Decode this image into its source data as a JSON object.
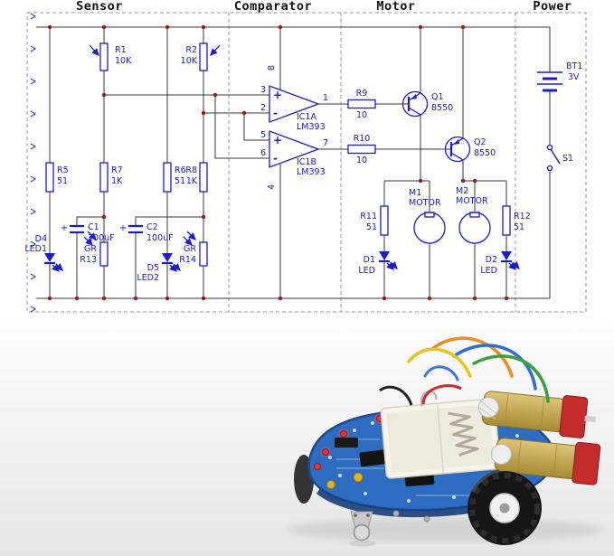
{
  "sections": {
    "sensor": "Sensor",
    "comparator": "Comparator",
    "motor": "Motor",
    "power": "Power"
  },
  "opamp": {
    "plus": "+",
    "minus": "-"
  },
  "components": {
    "r1": {
      "ref": "R1",
      "value": "10K"
    },
    "r2": {
      "ref": "R2",
      "value": "10K"
    },
    "r5": {
      "ref": "R5",
      "value": "51"
    },
    "r6": {
      "ref": "R6",
      "value": "51"
    },
    "r7": {
      "ref": "R7",
      "value": "1K"
    },
    "r8": {
      "ref": "R8",
      "value": "1K"
    },
    "c1": {
      "ref": "C1",
      "value": "100uF",
      "polarity": "+"
    },
    "c2": {
      "ref": "C2",
      "value": "100uF",
      "polarity": "+"
    },
    "d4": {
      "ref": "D4",
      "value": "LED1"
    },
    "d5": {
      "ref": "D5",
      "value": "LED2"
    },
    "gr13": {
      "type": "GR",
      "ref": "R13"
    },
    "gr14": {
      "type": "GR",
      "ref": "R14"
    },
    "ic1a": {
      "ref": "IC1A",
      "value": "LM393"
    },
    "ic1b": {
      "ref": "IC1B",
      "value": "LM393"
    },
    "r9": {
      "ref": "R9",
      "value": "10"
    },
    "r10": {
      "ref": "R10",
      "value": "10"
    },
    "q1": {
      "ref": "Q1",
      "value": "8550"
    },
    "q2": {
      "ref": "Q2",
      "value": "8550"
    },
    "m1": {
      "ref": "M1",
      "value": "MOTOR"
    },
    "m2": {
      "ref": "M2",
      "value": "MOTOR"
    },
    "r11": {
      "ref": "R11",
      "value": "51"
    },
    "r12": {
      "ref": "R12",
      "value": "51"
    },
    "d1": {
      "ref": "D1",
      "value": "LED"
    },
    "d2": {
      "ref": "D2",
      "value": "LED"
    },
    "bt1": {
      "ref": "BT1",
      "value": "3V"
    },
    "s1": {
      "ref": "S1"
    }
  },
  "pins": {
    "ic1a_in_plus": "3",
    "ic1a_in_minus": "2",
    "ic1a_out": "1",
    "ic1a_vcc": "8",
    "ic1b_in_plus": "5",
    "ic1b_in_minus": "6",
    "ic1b_out": "7",
    "ic1b_gnd": "4"
  },
  "colors": {
    "component_blue": "#1c1ccd",
    "wire": "#3a3a3a",
    "junction_red": "#9b1a1a",
    "pcb_blue": "#2e6cc2"
  }
}
